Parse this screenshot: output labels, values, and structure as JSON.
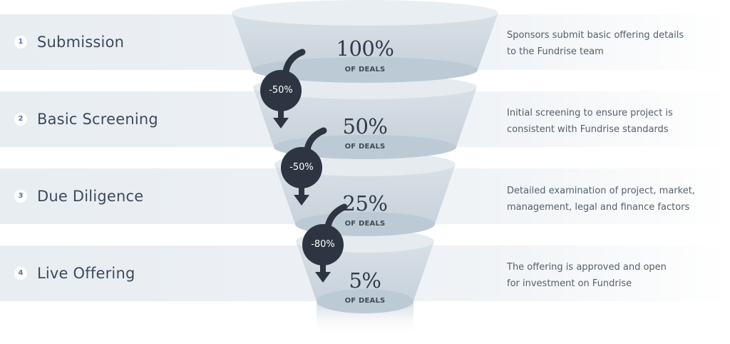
{
  "stages": [
    {
      "number": "1",
      "label": "Submission",
      "percent": "100%",
      "unit": "OF DEALS",
      "description": [
        "Sponsors submit basic offering details",
        "to the Fundrise team"
      ]
    },
    {
      "number": "2",
      "label": "Basic Screening",
      "percent": "50%",
      "unit": "OF DEALS",
      "description": [
        "Initial screening to ensure project is",
        "consistent with Fundrise standards"
      ]
    },
    {
      "number": "3",
      "label": "Due Diligence",
      "percent": "25%",
      "unit": "OF DEALS",
      "description": [
        "Detailed examination of project, market,",
        "management, legal and finance factors"
      ]
    },
    {
      "number": "4",
      "label": "Live Offering",
      "percent": "5%",
      "unit": "OF DEALS",
      "description": [
        "The offering is approved and open",
        "for investment on Fundrise"
      ]
    }
  ],
  "drops": [
    "-50%",
    "-50%",
    "-80%"
  ],
  "colors": {
    "band": "#e8edf2",
    "funnel_body": "#cfd8e1",
    "funnel_rim": "#bcc9d5",
    "badge": "#2c3541",
    "stage_number": "#4e7bb0",
    "text": "#3c4a5b"
  },
  "chart_data": {
    "type": "funnel",
    "categories": [
      "Submission",
      "Basic Screening",
      "Due Diligence",
      "Live Offering"
    ],
    "values": [
      100,
      50,
      25,
      5
    ],
    "drops": [
      -50,
      -50,
      -80
    ]
  }
}
